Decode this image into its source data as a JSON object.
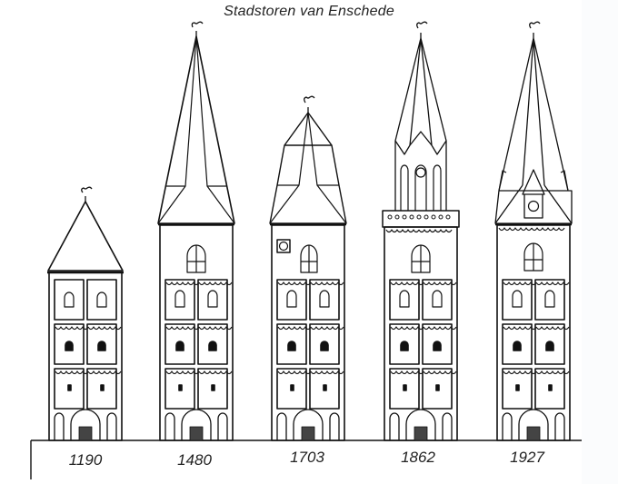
{
  "title": "Stadstoren van Enschede",
  "towers": [
    {
      "year": "1190",
      "roof": "pyramid",
      "icon": "tower-1190-icon"
    },
    {
      "year": "1480",
      "roof": "broach-spire",
      "icon": "tower-1480-icon"
    },
    {
      "year": "1703",
      "roof": "tiered-spire-with-clock",
      "icon": "tower-1703-icon"
    },
    {
      "year": "1862",
      "roof": "gothic-spire-with-gables-and-clock",
      "icon": "tower-1862-icon"
    },
    {
      "year": "1927",
      "roof": "spire-with-dormer-clock",
      "icon": "tower-1927-icon"
    }
  ],
  "colors": {
    "line": "#111111",
    "background": "#ffffff"
  }
}
